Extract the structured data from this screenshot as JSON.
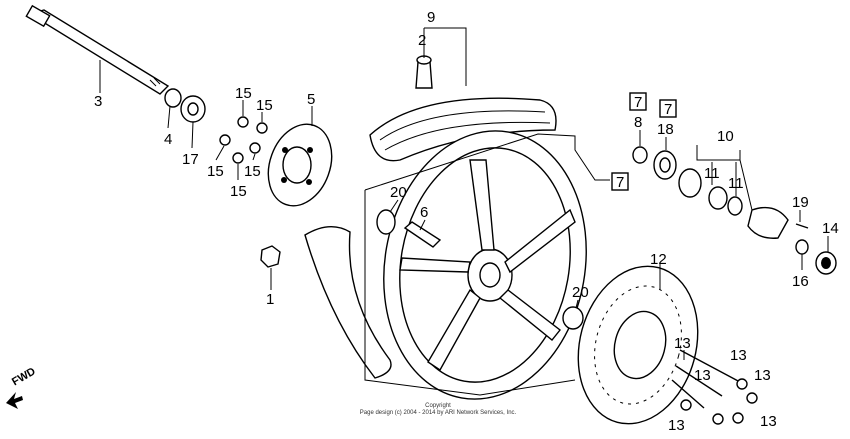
{
  "callouts": [
    {
      "id": "c9",
      "text": "9",
      "boxed": false
    },
    {
      "id": "c2",
      "text": "2",
      "boxed": false
    },
    {
      "id": "c3",
      "text": "3",
      "boxed": false
    },
    {
      "id": "c4",
      "text": "4",
      "boxed": false
    },
    {
      "id": "c17",
      "text": "17",
      "boxed": false
    },
    {
      "id": "c15a",
      "text": "15",
      "boxed": false
    },
    {
      "id": "c15b",
      "text": "15",
      "boxed": false
    },
    {
      "id": "c15c",
      "text": "15",
      "boxed": false
    },
    {
      "id": "c15d",
      "text": "15",
      "boxed": false
    },
    {
      "id": "c15e",
      "text": "15",
      "boxed": false
    },
    {
      "id": "c5",
      "text": "5",
      "boxed": false
    },
    {
      "id": "c20a",
      "text": "20",
      "boxed": false
    },
    {
      "id": "c6",
      "text": "6",
      "boxed": false
    },
    {
      "id": "c1",
      "text": "1",
      "boxed": false
    },
    {
      "id": "c7a",
      "text": "7",
      "boxed": true
    },
    {
      "id": "c7b",
      "text": "7",
      "boxed": true
    },
    {
      "id": "c7c",
      "text": "7",
      "boxed": true
    },
    {
      "id": "c8",
      "text": "8",
      "boxed": false
    },
    {
      "id": "c18",
      "text": "18",
      "boxed": false
    },
    {
      "id": "c10",
      "text": "10",
      "boxed": false
    },
    {
      "id": "c11a",
      "text": "11",
      "boxed": false
    },
    {
      "id": "c11b",
      "text": "11",
      "boxed": false
    },
    {
      "id": "c19",
      "text": "19",
      "boxed": false
    },
    {
      "id": "c14",
      "text": "14",
      "boxed": false
    },
    {
      "id": "c16",
      "text": "16",
      "boxed": false
    },
    {
      "id": "c12",
      "text": "12",
      "boxed": false
    },
    {
      "id": "c20b",
      "text": "20",
      "boxed": false
    },
    {
      "id": "c13a",
      "text": "13",
      "boxed": false
    },
    {
      "id": "c13b",
      "text": "13",
      "boxed": false
    },
    {
      "id": "c13c",
      "text": "13",
      "boxed": false
    },
    {
      "id": "c13d",
      "text": "13",
      "boxed": false
    },
    {
      "id": "c13e",
      "text": "13",
      "boxed": false
    },
    {
      "id": "c13f",
      "text": "13",
      "boxed": false
    }
  ],
  "fwd_label": "FWD",
  "copyright_line1": "Copyright",
  "copyright_line2": "Page design (c) 2004 - 2014 by ARI Network Services, Inc."
}
